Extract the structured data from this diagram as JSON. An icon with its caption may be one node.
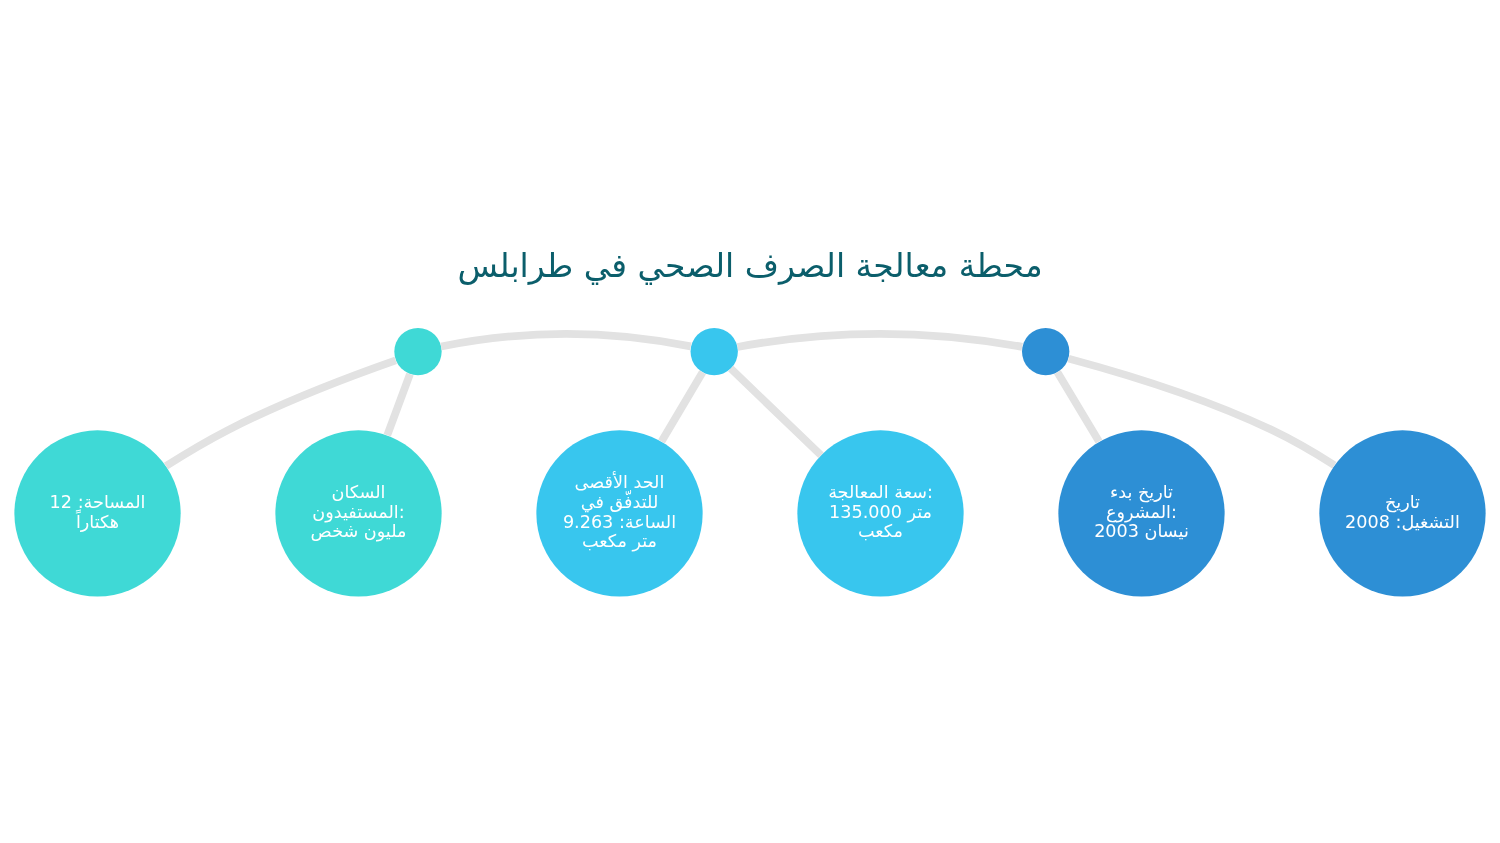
{
  "diagram": {
    "title": "محطة معالجة الصرف الصحي في طرابلس",
    "nodes": [
      {
        "text": [
          "تاريخ بدء المشروع: نيسان 2003"
        ]
      },
      {
        "text": [
          "سعة المعالجة: 135.000 متر مكعب"
        ]
      },
      {
        "text": [
          "المساحة: 12 هكتاراً"
        ]
      },
      {
        "text": [],
        "shape": "circle"
      },
      {
        "text": [],
        "shape": "circle"
      },
      {
        "text": [],
        "shape": "circle"
      },
      {
        "text": [
          "تاريخ التشغيل: 2008"
        ]
      },
      {
        "text": [
          "الحد الأقصى للتدفّق في الساعة: 9.263 متر مكعب"
        ]
      },
      {
        "text": [
          "السكان المستفيدون: مليون شخص"
        ]
      }
    ],
    "edges": [
      {
        "from": 3,
        "to": 0,
        "arrow": "none"
      },
      {
        "from": 3,
        "to": 6,
        "arrow": "none"
      },
      {
        "from": 4,
        "to": 1,
        "arrow": "none"
      },
      {
        "from": 4,
        "to": 7,
        "arrow": "none"
      },
      {
        "from": 5,
        "to": 2,
        "arrow": "none"
      },
      {
        "from": 5,
        "to": 8,
        "arrow": "none"
      },
      {
        "from": 4,
        "to": 3,
        "arrow": "none"
      },
      {
        "from": 5,
        "to": 4,
        "arrow": "none"
      }
    ]
  }
}
